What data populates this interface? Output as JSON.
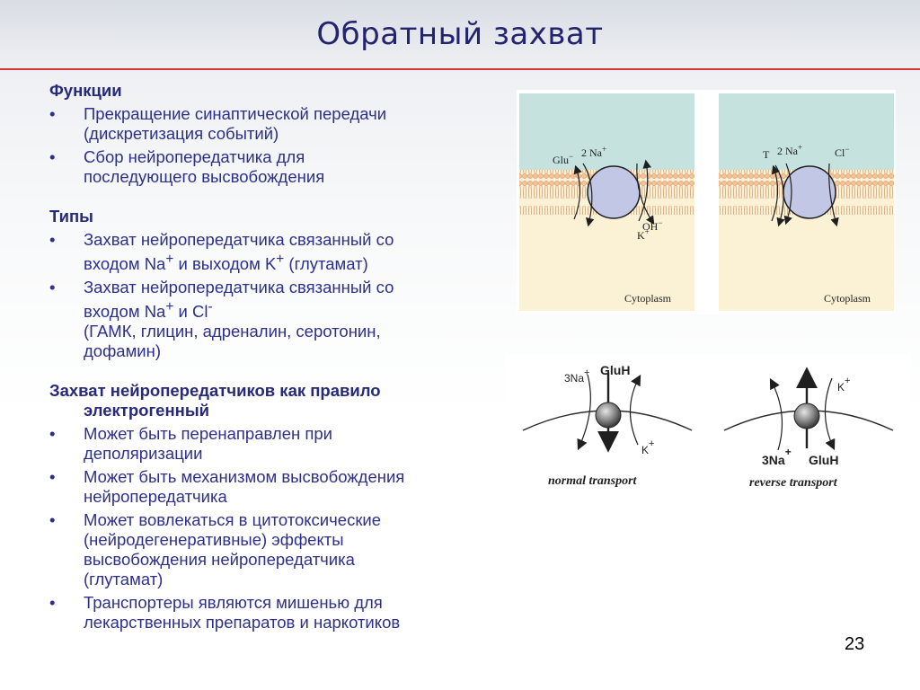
{
  "title": "Обратный захват",
  "functions": {
    "heading": "Функции",
    "items": [
      {
        "line1": "Прекращение синаптической передачи",
        "line2": "(дискретизация событий)"
      },
      {
        "line1": "Сбор нейропередатчика для",
        "line2": "последующего высвобождения"
      }
    ]
  },
  "types": {
    "heading": "Типы",
    "item1": {
      "text_a": "Захват нейропередатчика связанный со",
      "text_b": "входом Na",
      "sup_a": "+",
      "text_c": " и выходом K",
      "sup_b": "+",
      "text_d": " (глутамат)"
    },
    "item2": {
      "text_a": "Захват нейропередатчика связанный со",
      "text_b": "входом Na",
      "sup_a": "+",
      "text_c": " и Cl",
      "sup_b": "-",
      "text_d": "(ГАМК, глицин, адреналин, серотонин,",
      "text_e": "дофамин)"
    }
  },
  "electrogenic": {
    "heading_line1": "Захват нейропередатчиков как правило",
    "heading_line2": "электрогенный",
    "items": [
      {
        "line1": "Может быть перенаправлен при",
        "line2": "деполяризации"
      },
      {
        "line1": "Может быть механизмом высвобождения",
        "line2": "нейропередатчика"
      },
      {
        "line1": "Может вовлекаться в цитотоксические",
        "line2": "(нейродегенеративные) эффекты",
        "line3": "высвобождения нейропередатчика",
        "line4": "(глутамат)"
      },
      {
        "line1": "Транспортеры являются мишенью для",
        "line2": "лекарственных препаратов и наркотиков"
      }
    ]
  },
  "figure1": {
    "left": {
      "glu": "Glu",
      "glu_sup": "−",
      "na": "2 Na",
      "na_sup": "+",
      "k": "K",
      "k_sup": "+",
      "oh": "OH",
      "oh_sup": "−",
      "cytoplasm": "Cytoplasm"
    },
    "right": {
      "t": "T",
      "na": "2 Na",
      "na_sup": "+",
      "cl": "Cl",
      "cl_sup": "−",
      "cytoplasm": "Cytoplasm"
    }
  },
  "figure2": {
    "normal": {
      "na": "3Na",
      "na_sup": "+",
      "gluh": "GluH",
      "k": "K",
      "k_sup": "+",
      "caption": "normal transport"
    },
    "reverse": {
      "k": "K",
      "k_sup": "+",
      "na": "3Na",
      "na_sup": "+",
      "gluh": "GluH",
      "caption": "reverse transport"
    }
  },
  "page_number": "23",
  "colors": {
    "title": "#23236e",
    "text": "#2d2f8c",
    "rule": "#d8373a",
    "extracellular": "#c5e2df",
    "cytoplasm": "#fbf1d4",
    "membrane": "#f0b98d",
    "transporter": "#c1c7e4"
  }
}
